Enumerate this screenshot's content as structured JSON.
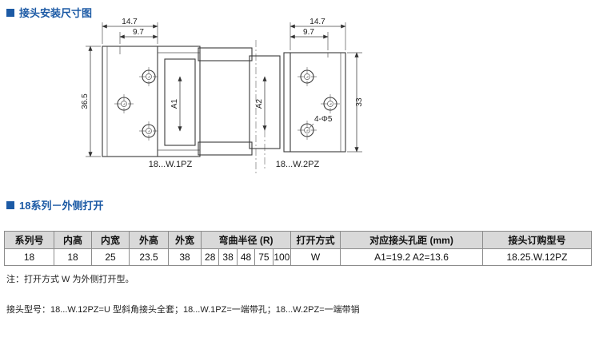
{
  "sections": {
    "dimension_diagram": {
      "title": "接头安装尺寸图"
    },
    "series": {
      "title": "18系列－外侧打开"
    }
  },
  "drawing": {
    "left": {
      "dim_width_outer": "14.7",
      "dim_width_inner": "9.7",
      "dim_height": "36.5",
      "dim_pitch": "A1",
      "label": "18...W.1PZ"
    },
    "right": {
      "dim_width_outer": "14.7",
      "dim_width_inner": "9.7",
      "dim_height": "33",
      "dim_pitch": "A2",
      "holes_note": "4-Φ5",
      "label": "18...W.2PZ"
    }
  },
  "table": {
    "headers": [
      "系列号",
      "内高",
      "内宽",
      "外高",
      "外宽",
      "弯曲半径 (R)",
      "打开方式",
      "对应接头孔距 (mm)",
      "接头订购型号"
    ],
    "row": {
      "series_no": "18",
      "inner_height": "18",
      "inner_width": "25",
      "outer_height": "23.5",
      "outer_width": "38",
      "bend_radii": [
        "28",
        "38",
        "48",
        "75",
        "100"
      ],
      "open_mode": "W",
      "hole_distance": "A1=19.2  A2=13.6",
      "order_model": "18.25.W.12PZ"
    }
  },
  "notes": {
    "table_note": "注：打开方式 W 为外侧打开型。",
    "footer": "接头型号：18...W.12PZ=U 型斜角接头全套；18...W.1PZ=一端带孔；18...W.2PZ=一端带销"
  }
}
